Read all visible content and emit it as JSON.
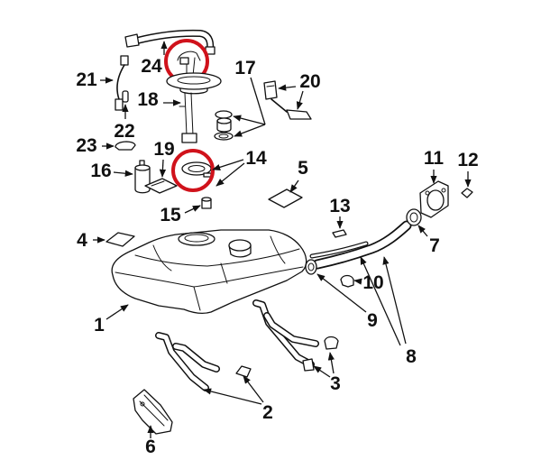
{
  "diagram": {
    "highlight_color": "#d0121b",
    "callouts": {
      "n1": "1",
      "n2": "2",
      "n3": "3",
      "n4": "4",
      "n5": "5",
      "n6": "6",
      "n7": "7",
      "n8": "8",
      "n9": "9",
      "n10": "10",
      "n11": "11",
      "n12": "12",
      "n13": "13",
      "n14": "14",
      "n15": "15",
      "n16": "16",
      "n17": "17",
      "n18": "18",
      "n19": "19",
      "n20": "20",
      "n21": "21",
      "n22": "22",
      "n23": "23",
      "n24": "24"
    }
  }
}
